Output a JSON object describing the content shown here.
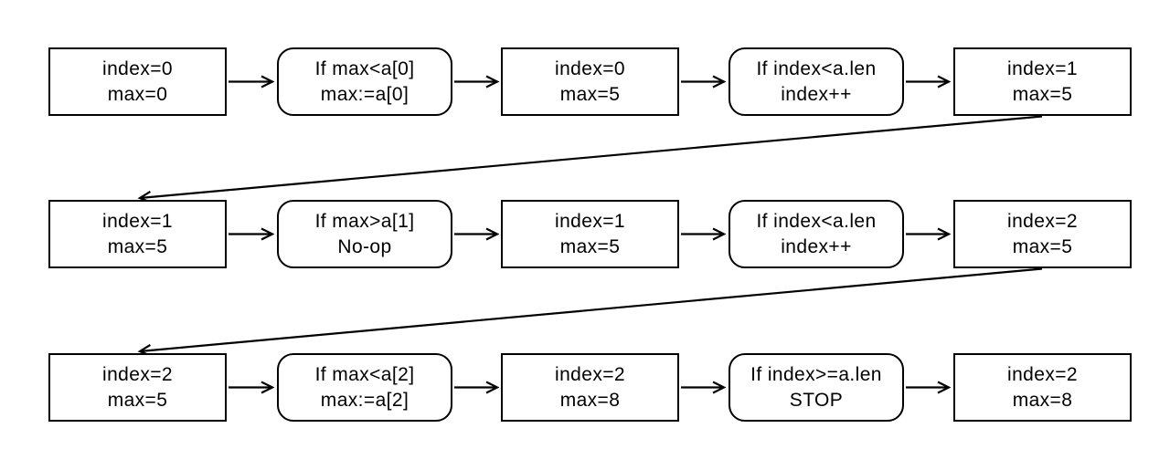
{
  "diagram": {
    "description": "Execution trace flowchart of a find-maximum algorithm",
    "background_color": "#ffffff",
    "stroke_color": "#000000",
    "text_color": "#000000",
    "rows": [
      {
        "nodes": [
          {
            "type": "state",
            "shape": "rectangle",
            "line1": "index=0",
            "line2": "max=0"
          },
          {
            "type": "operation",
            "shape": "rounded",
            "line1": "If max<a[0]",
            "line2": "max:=a[0]"
          },
          {
            "type": "state",
            "shape": "rectangle",
            "line1": "index=0",
            "line2": "max=5"
          },
          {
            "type": "operation",
            "shape": "rounded",
            "line1": "If index<a.len",
            "line2": "index++"
          },
          {
            "type": "state",
            "shape": "rectangle",
            "line1": "index=1",
            "line2": "max=5"
          }
        ]
      },
      {
        "nodes": [
          {
            "type": "state",
            "shape": "rectangle",
            "line1": "index=1",
            "line2": "max=5"
          },
          {
            "type": "operation",
            "shape": "rounded",
            "line1": "If max>a[1]",
            "line2": "No-op"
          },
          {
            "type": "state",
            "shape": "rectangle",
            "line1": "index=1",
            "line2": "max=5"
          },
          {
            "type": "operation",
            "shape": "rounded",
            "line1": "If index<a.len",
            "line2": "index++"
          },
          {
            "type": "state",
            "shape": "rectangle",
            "line1": "index=2",
            "line2": "max=5"
          }
        ]
      },
      {
        "nodes": [
          {
            "type": "state",
            "shape": "rectangle",
            "line1": "index=2",
            "line2": "max=5"
          },
          {
            "type": "operation",
            "shape": "rounded",
            "line1": "If max<a[2]",
            "line2": "max:=a[2]"
          },
          {
            "type": "state",
            "shape": "rectangle",
            "line1": "index=2",
            "line2": "max=8"
          },
          {
            "type": "operation",
            "shape": "rounded",
            "line1": "If index>=a.len",
            "line2": "STOP"
          },
          {
            "type": "state",
            "shape": "rectangle",
            "line1": "index=2",
            "line2": "max=8"
          }
        ]
      }
    ]
  }
}
